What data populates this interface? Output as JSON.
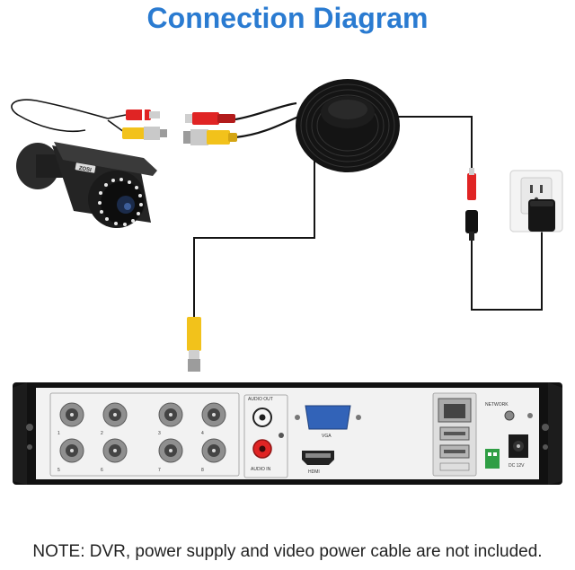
{
  "title": "Connection Diagram",
  "note": "NOTE: DVR, power supply and video power cable are not included.",
  "camera": {
    "brand": "ZOSI"
  },
  "dvr": {
    "bnc_numbers": [
      "1",
      "2",
      "3",
      "4",
      "5",
      "6",
      "7",
      "8"
    ],
    "audio_out_label": "AUDIO OUT",
    "audio_in_label": "AUDIO IN",
    "vga_label": "VGA",
    "hdmi_label": "HDMI",
    "network_label": "NETWORK",
    "power_label": "DC 12V"
  },
  "colors": {
    "title": "#2a7bd1",
    "bnc_yellow": "#f2c21b",
    "power_red": "#e02424",
    "dvr_body": "#f2f2f2",
    "dvr_frame": "#111111",
    "cable": "#141414"
  },
  "icons": [
    "camera-icon",
    "cable-reel-icon",
    "wall-outlet-icon",
    "power-adapter-icon",
    "dvr-icon"
  ]
}
